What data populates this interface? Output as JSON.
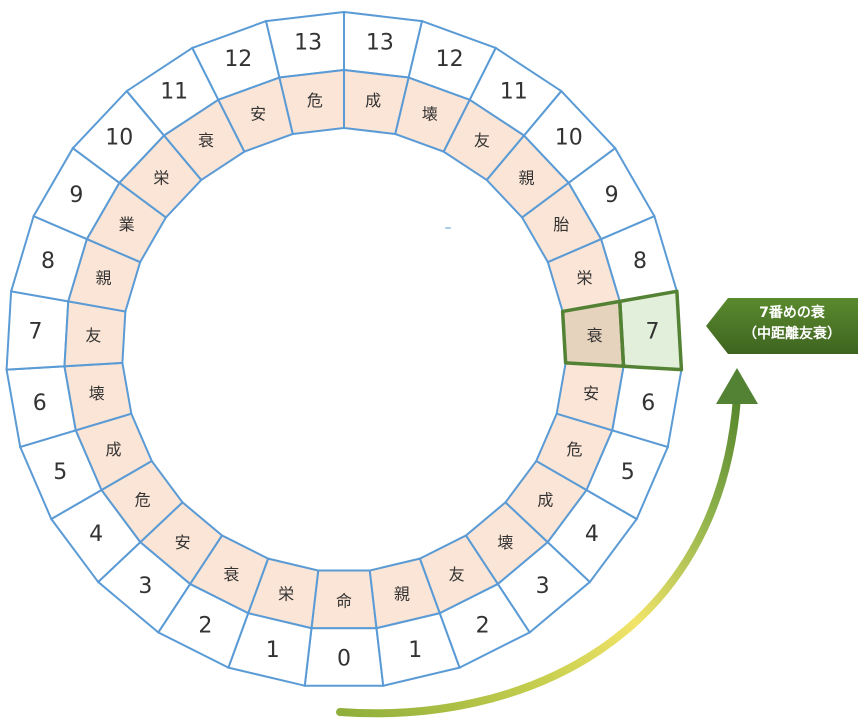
{
  "outer_left": [
    "0",
    "1",
    "2",
    "3",
    "4",
    "5",
    "6",
    "7",
    "8",
    "9",
    "10",
    "11",
    "12",
    "13"
  ],
  "outer_right": [
    "1",
    "2",
    "3",
    "4",
    "5",
    "6",
    "7",
    "8",
    "9",
    "10",
    "11",
    "12",
    "13"
  ],
  "inner_left": [
    "栄",
    "衰",
    "安",
    "危",
    "成",
    "壊",
    "友",
    "親",
    "業",
    "栄",
    "衰",
    "安",
    "危"
  ],
  "inner_right": [
    "命",
    "親",
    "友",
    "壊",
    "成",
    "危",
    "安",
    "衰",
    "栄",
    "胎",
    "親",
    "友",
    "壊",
    "成"
  ],
  "center_mark": "–",
  "highlight_index_right": 7,
  "callout": {
    "line1": "7番めの衰",
    "line2": "（中距離友衰）"
  },
  "colors": {
    "ring_stroke": "#5b9bd5",
    "inner_fill": "#fbe5d6",
    "highlight_outline": "#548235",
    "highlight_fill": "#e2efda",
    "highlight_inner_fill": "#e6d3bd",
    "callout_fill": "#4f7a28",
    "arrow_start": "#f5e56b",
    "arrow_end": "#548235"
  }
}
